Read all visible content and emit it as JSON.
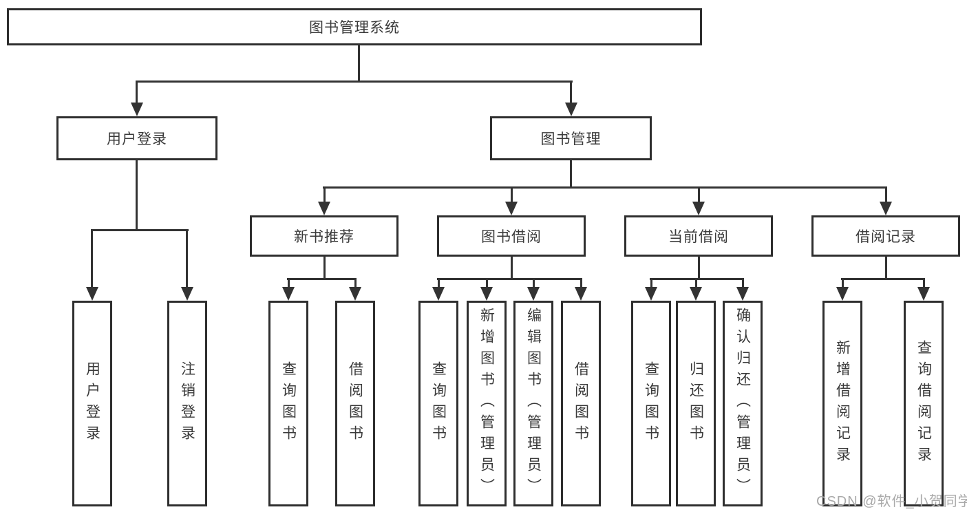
{
  "diagram": {
    "type": "tree",
    "tree": {
      "label": "图书管理系统",
      "children": [
        {
          "label": "用户登录",
          "children": [
            {
              "label": "用户登录"
            },
            {
              "label": "注销登录"
            }
          ]
        },
        {
          "label": "图书管理",
          "children": [
            {
              "label": "新书推荐",
              "children": [
                {
                  "label": "查询图书"
                },
                {
                  "label": "借阅图书"
                }
              ]
            },
            {
              "label": "图书借阅",
              "children": [
                {
                  "label": "查询图书"
                },
                {
                  "label": "新增图书（管理员）"
                },
                {
                  "label": "编辑图书（管理员）"
                },
                {
                  "label": "借阅图书"
                }
              ]
            },
            {
              "label": "当前借阅",
              "children": [
                {
                  "label": "查询图书"
                },
                {
                  "label": "归还图书"
                },
                {
                  "label": "确认归还（管理员）"
                }
              ]
            },
            {
              "label": "借阅记录",
              "children": [
                {
                  "label": "新增借阅记录"
                },
                {
                  "label": "查询借阅记录"
                }
              ]
            }
          ]
        }
      ]
    },
    "colors": {
      "line": "#333333",
      "box_border": "#2e2e2e",
      "text": "#3a3a3a",
      "background": "#ffffff",
      "watermark": "#a9a9a9"
    }
  },
  "watermark": {
    "text": "CSDN @软件_小贺同学"
  }
}
